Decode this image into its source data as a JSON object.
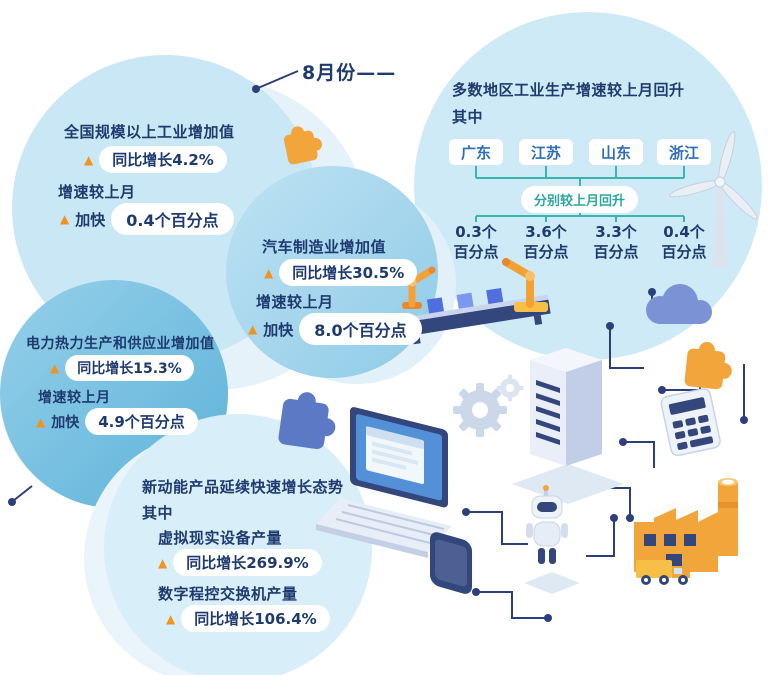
{
  "page": {
    "month_label": "8月份——"
  },
  "icons": {
    "up_triangle": "▲"
  },
  "colors": {
    "navy_text": "#1e3a6f",
    "orange_accent": "#f0941f",
    "teal_accent": "#3ab5ad",
    "province_blue": "#2f6eb6",
    "circle_light": "#c9e7f5",
    "circle_medium": "#8ecbe7",
    "circle_dark": "#5cb2d9"
  },
  "national": {
    "title": "全国规模以上工业增加值",
    "yoy": "同比增长4.2%",
    "vs_last_month": "增速较上月",
    "faster": "加快",
    "delta": "0.4个百分点"
  },
  "regions": {
    "title": "多数地区工业生产增速较上月回升",
    "among": "其中",
    "provinces": [
      "广东",
      "江苏",
      "山东",
      "浙江"
    ],
    "rebound": "分别较上月回升",
    "deltas": [
      {
        "value": "0.3个",
        "unit": "百分点"
      },
      {
        "value": "3.6个",
        "unit": "百分点"
      },
      {
        "value": "3.3个",
        "unit": "百分点"
      },
      {
        "value": "0.4个",
        "unit": "百分点"
      }
    ]
  },
  "auto": {
    "title": "汽车制造业增加值",
    "yoy": "同比增长30.5%",
    "vs_last_month": "增速较上月",
    "faster": "加快",
    "delta": "8.0个百分点"
  },
  "power": {
    "title": "电力热力生产和供应业增加值",
    "yoy": "同比增长15.3%",
    "vs_last_month": "增速较上月",
    "faster": "加快",
    "delta": "4.9个百分点"
  },
  "new_momentum": {
    "title": "新动能产品延续快速增长态势",
    "among": "其中",
    "items": [
      {
        "name": "虚拟现实设备产量",
        "yoy": "同比增长269.9%"
      },
      {
        "name": "数字程控交换机产量",
        "yoy": "同比增长106.4%"
      }
    ]
  },
  "decorations": [
    "puzzle-piece",
    "wind-turbine",
    "cloud",
    "robot-arm",
    "conveyor",
    "server-tower",
    "laptop",
    "gear",
    "tablet",
    "robot",
    "factory",
    "truck",
    "calculator",
    "circuit-lines"
  ]
}
